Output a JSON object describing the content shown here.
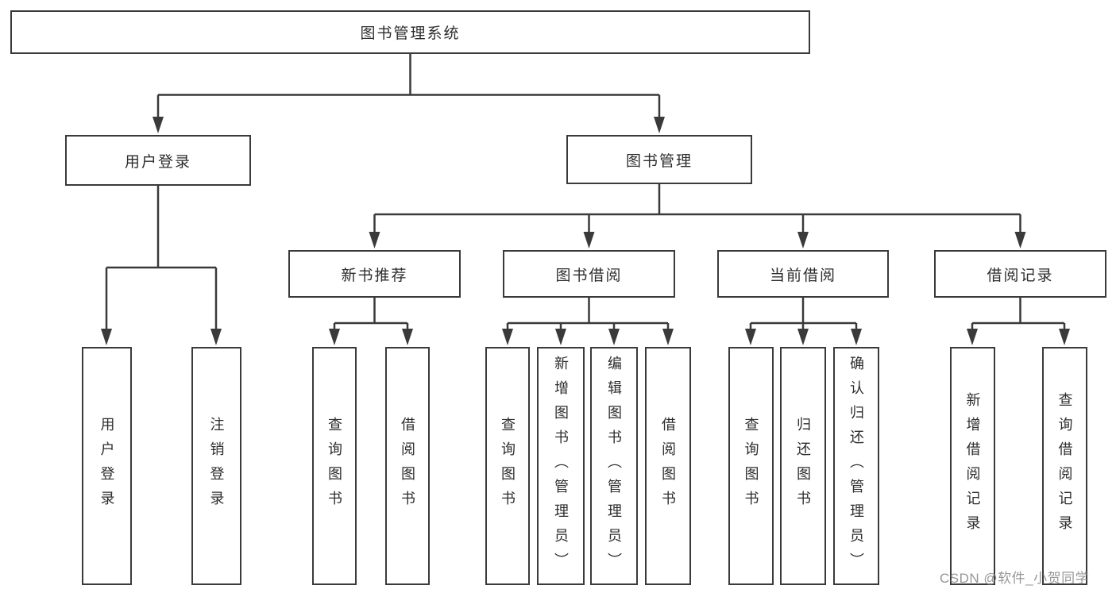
{
  "tree": {
    "root": "图书管理系统",
    "children": [
      {
        "label": "用户登录",
        "children": [
          "用户登录",
          "注销登录"
        ]
      },
      {
        "label": "图书管理",
        "children": [
          {
            "label": "新书推荐",
            "children": [
              "查询图书",
              "借阅图书"
            ]
          },
          {
            "label": "图书借阅",
            "children": [
              "查询图书",
              "新增图书（管理员）",
              "编辑图书（管理员）",
              "借阅图书"
            ]
          },
          {
            "label": "当前借阅",
            "children": [
              "查询图书",
              "归还图书",
              "确认归还（管理员）"
            ]
          },
          {
            "label": "借阅记录",
            "children": [
              "新增借阅记录",
              "查询借阅记录"
            ]
          }
        ]
      }
    ]
  },
  "watermark": {
    "text": "CSDN @软件_小贺同学"
  },
  "colors": {
    "line": "#3a3a3a",
    "text": "#2d2d2d",
    "watermark": "#8c8c8c",
    "background": "#ffffff"
  }
}
